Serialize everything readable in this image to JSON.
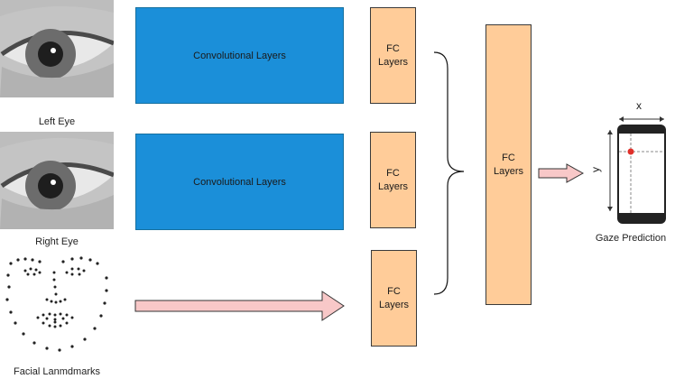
{
  "inputs": {
    "left_eye": "Left Eye",
    "right_eye": "Right Eye",
    "landmarks": "Facial Lanmdmarks"
  },
  "conv_block": "Convolutional Layers",
  "fc": {
    "line1": "FC",
    "line2": "Layers"
  },
  "output": {
    "label": "Gaze Prediction",
    "axis_x": "x",
    "axis_y": "y"
  },
  "colors": {
    "conv": "#1b8fd9",
    "fc": "#ffcc99",
    "arrow": "#f8c8c8",
    "gaze_point": "#e0302a"
  }
}
